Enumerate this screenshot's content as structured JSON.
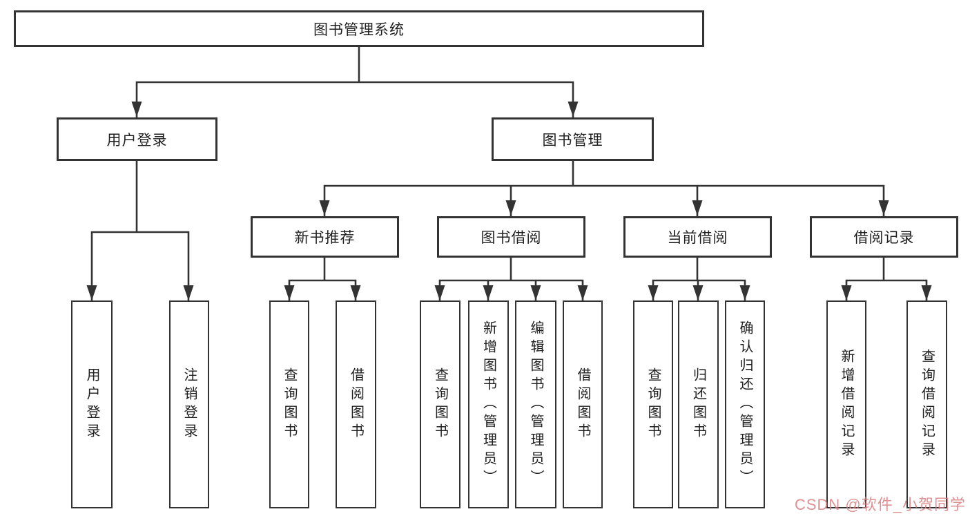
{
  "tree": {
    "root": {
      "label": "图书管理系统"
    },
    "branches": [
      {
        "label": "用户登录",
        "children": [
          {
            "label": "用户登录"
          },
          {
            "label": "注销登录"
          }
        ]
      },
      {
        "label": "图书管理",
        "children": [
          {
            "label": "新书推荐",
            "children": [
              {
                "label": "查询图书"
              },
              {
                "label": "借阅图书"
              }
            ]
          },
          {
            "label": "图书借阅",
            "children": [
              {
                "label": "查询图书"
              },
              {
                "label": "新增图书（管理员）"
              },
              {
                "label": "编辑图书（管理员）"
              },
              {
                "label": "借阅图书"
              }
            ]
          },
          {
            "label": "当前借阅",
            "children": [
              {
                "label": "查询图书"
              },
              {
                "label": "归还图书"
              },
              {
                "label": "确认归还（管理员）"
              }
            ]
          },
          {
            "label": "借阅记录",
            "children": [
              {
                "label": "新增借阅记录"
              },
              {
                "label": "查询借阅记录"
              }
            ]
          }
        ]
      }
    ]
  },
  "watermark": {
    "text": "CSDN @软件_小贺同学"
  },
  "colors": {
    "line": "#333333",
    "box_border": "#333333",
    "text": "#1f1f1f",
    "background": "#ffffff",
    "watermark": "#d87d7f"
  }
}
